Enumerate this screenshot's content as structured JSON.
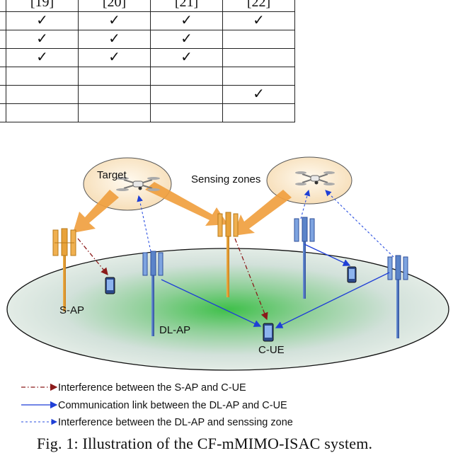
{
  "table": {
    "headers": [
      "[19]",
      "[20]",
      "[21]",
      "[22]"
    ],
    "rows": [
      [
        "✓",
        "✓",
        "✓",
        "✓"
      ],
      [
        "✓",
        "✓",
        "✓",
        ""
      ],
      [
        "✓",
        "✓",
        "✓",
        ""
      ],
      [
        "",
        "",
        "",
        ""
      ],
      [
        "",
        "",
        "",
        "✓"
      ],
      [
        "",
        "",
        "",
        ""
      ]
    ]
  },
  "figure": {
    "labels": {
      "target": "Target",
      "sensing_zones": "Sensing zones",
      "s_ap": "S-AP",
      "dl_ap": "DL-AP",
      "c_ue": "C-UE"
    },
    "legend": [
      "Interference between the S-AP and C-UE",
      "Communication link between the DL-AP and C-UE",
      "Interference between the DL-AP and senssing zone"
    ],
    "caption": "Fig. 1: Illustration of the CF-mMIMO-ISAC system.",
    "colors": {
      "interference_sap": "#8b1a1a",
      "comm_link": "#1f3fd6",
      "interference_dl": "#2a4fe0",
      "beam": "#f0a040",
      "s_ap": "#e8a23a",
      "dl_ap": "#5b84c9"
    }
  }
}
